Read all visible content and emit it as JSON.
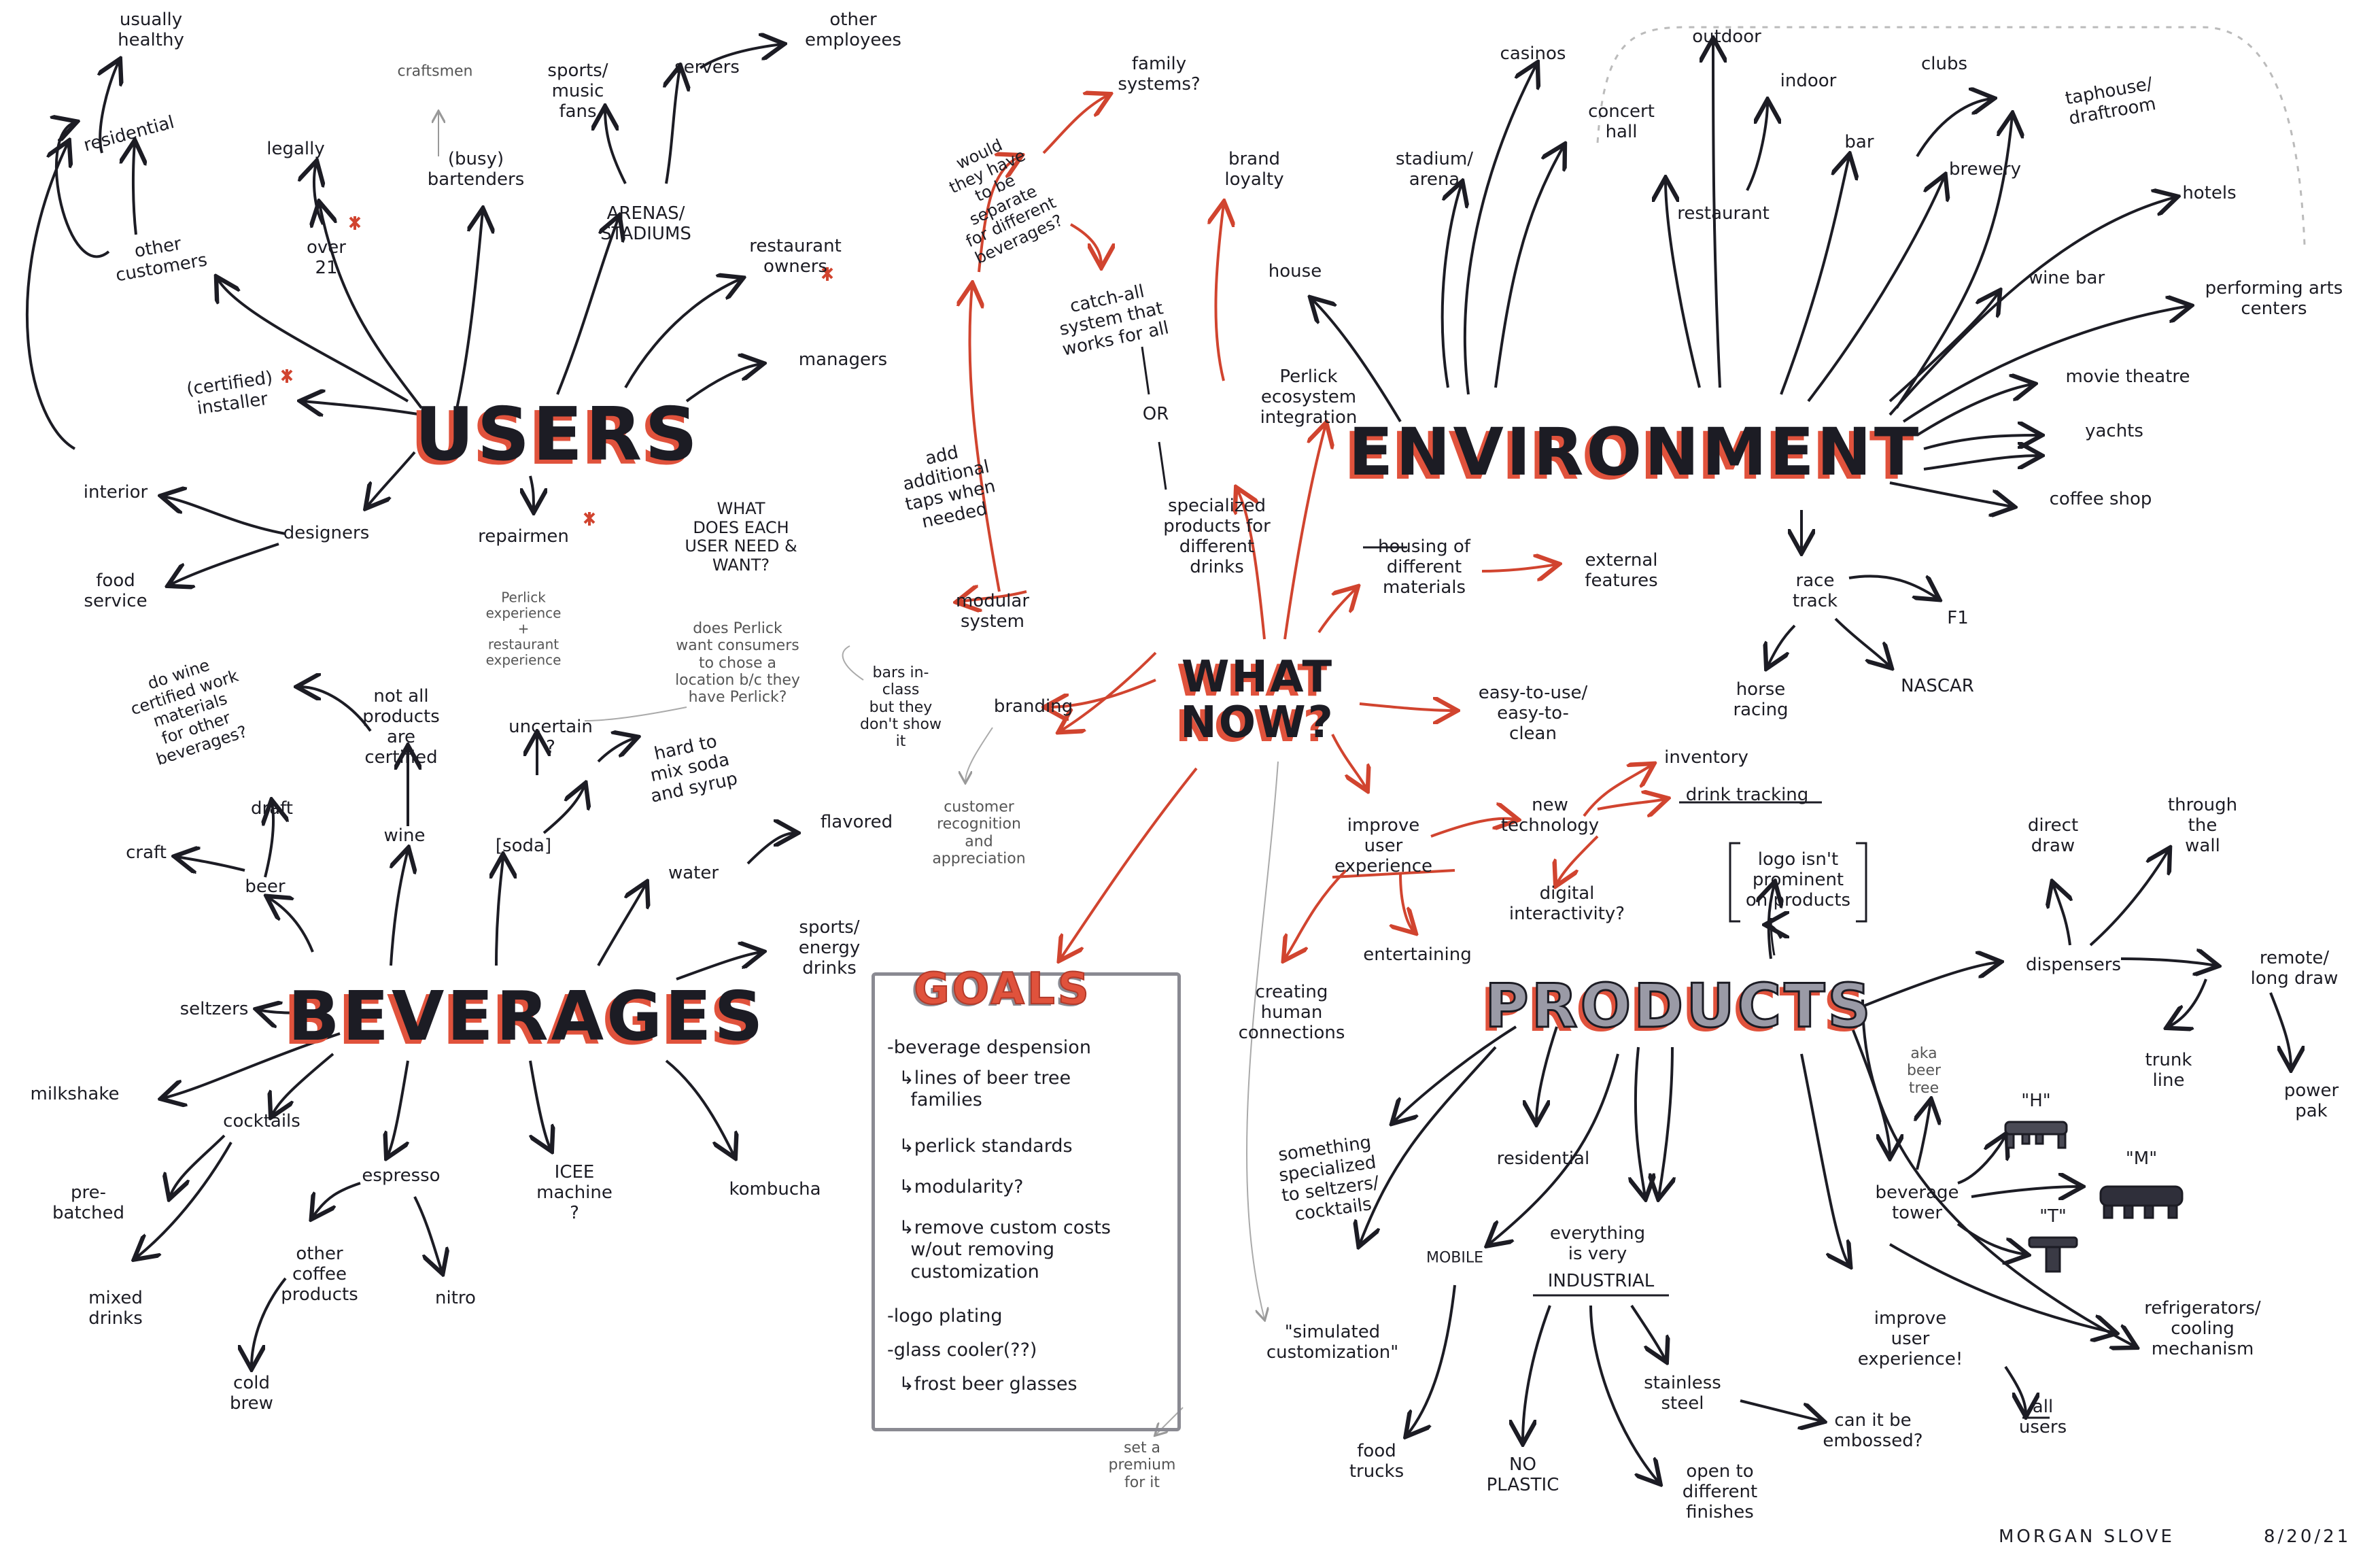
{
  "hubs": {
    "users": "USERS",
    "environment": "ENVIRONMENT",
    "beverages": "BEVERAGES",
    "what_now": "WHAT\nNOW?",
    "products": "PRODUCTS",
    "goals": "GOALS"
  },
  "users": {
    "usually_healthy": "usually\nhealthy",
    "residential": "residential",
    "other_customers": "other\ncustomers",
    "legally": "legally",
    "over_21": "over\n21",
    "craftsmen": "craftsmen",
    "busy_bartenders": "(busy)\nbartenders",
    "sports_music_fans": "sports/\nmusic\nfans",
    "servers": "servers",
    "other_employees": "other\nemployees",
    "arenas_stadiums": "ARENAS/\nSTADIUMS",
    "restaurant_owners": "restaurant\nowners",
    "managers": "managers",
    "certified_installer": "(certified)\ninstaller",
    "interior": "interior",
    "designers": "designers",
    "food_service": "food\nservice",
    "repairmen": "repairmen",
    "what_does_each_user_need": "WHAT\nDOES EACH\nUSER NEED &\nWANT?"
  },
  "environment": {
    "casinos": "casinos",
    "outdoor": "outdoor",
    "stadium_arena": "stadium/\narena",
    "concert_hall": "concert\nhall",
    "indoor": "indoor",
    "clubs": "clubs",
    "taphouse_draftroom": "taphouse/\ndraftroom",
    "restaurant": "restaurant",
    "bar": "bar",
    "brewery": "brewery",
    "hotels": "hotels",
    "house": "house",
    "wine_bar": "wine bar",
    "performing_arts_centers": "performing arts\ncenters",
    "movie_theatre": "movie theatre",
    "yachts": "yachts",
    "coffee_shop": "coffee shop",
    "race_track": "race\ntrack",
    "f1": "F1",
    "horse_racing": "horse\nracing",
    "nascar": "NASCAR"
  },
  "what_now": {
    "family_systems": "family\nsystems?",
    "would_they_have_to_be_separate": "would\nthey have\nto be\nseparate\nfor different\nbeverages?",
    "brand_loyalty": "brand\nloyalty",
    "catch_all_system": "catch-all\nsystem that\nworks for all",
    "or": "OR",
    "perlick_ecosystem_integration": "Perlick\necosystem\nintegration",
    "add_additional_taps": "add\nadditional\ntaps when\nneeded",
    "specialized_products": "specialized\nproducts for\ndifferent\ndrinks",
    "modular_system": "modular\nsystem",
    "housing_of_different_materials": "housing of\ndifferent\nmaterials",
    "external_features": "external\nfeatures",
    "perlick_experience": "Perlick\nexperience\n+\nrestaurant\nexperience",
    "does_perlick_want_consumers": "does Perlick\nwant consumers\nto chose a\nlocation b/c they\nhave Perlick?",
    "bars_in_class": "bars in-\nclass\nbut they\ndon't show\nit",
    "branding": "branding",
    "customer_recognition": "customer\nrecognition\nand\nappreciation",
    "easy_to_use": "easy-to-use/\neasy-to-\nclean",
    "inventory": "inventory",
    "new_technology": "new\ntechnology",
    "drink_tracking": "drink tracking",
    "improve_user_experience": "improve\nuser\nexperience",
    "digital_interactivity": "digital\ninteractivity?",
    "entertaining": "entertaining",
    "creating_human_connections": "creating\nhuman\nconnections"
  },
  "beverages": {
    "do_wine_certified": "do wine\ncertified work\nmaterials\nfor other\nbeverages?",
    "not_all_products_certified": "not all\nproducts\nare\ncertified",
    "uncertain": "uncertain\n?",
    "hard_to_mix": "hard to\nmix soda\nand syrup",
    "draft": "draft",
    "craft": "craft",
    "beer": "beer",
    "wine": "wine",
    "soda": "[soda]",
    "flavored": "flavored",
    "water": "water",
    "sports_energy_drinks": "sports/\nenergy\ndrinks",
    "seltzers": "seltzers",
    "milkshake": "milkshake",
    "cocktails": "cocktails",
    "pre_batched": "pre-\nbatched",
    "mixed_drinks": "mixed\ndrinks",
    "espresso": "espresso",
    "other_coffee_products": "other\ncoffee\nproducts",
    "nitro": "nitro",
    "cold_brew": "cold\nbrew",
    "icee_machine": "ICEE\nmachine\n?",
    "kombucha": "kombucha"
  },
  "goals": {
    "items": [
      "-beverage despension",
      "  ↳lines of beer tree\n    families",
      "  ↳perlick standards",
      "  ↳modularity?",
      "  ↳remove custom costs\n    w/out removing\n    customization",
      "-logo plating",
      "-glass cooler(??)",
      "  ↳frost beer glasses"
    ]
  },
  "products": {
    "logo not_prominent": "logo isn't\nprominent\non products",
    "direct_draw": "direct\ndraw",
    "through_the_wall": "through\nthe\nwall",
    "dispensers": "dispensers",
    "remote_long_draw": "remote/\nlong draw",
    "trunk_line": "trunk\nline",
    "power_pak": "power\npak",
    "aka_beer_tree": "aka\nbeer\ntree",
    "tower_h": "\"H\"",
    "tower_m": "\"M\"",
    "tower_t": "\"T\"",
    "beverage_tower": "beverage\ntower",
    "something_specialized": "something\nspecialized\nto seltzers/\ncocktails",
    "residential": "residential",
    "mobile": "MOBILE",
    "everything_industrial_1": "everything\nis very",
    "everything_industrial_2": "INDUSTRIAL",
    "simulated_customization": "\"simulated\ncustomization\"",
    "set_a_premium": "set a\npremium\nfor it",
    "food_trucks": "food\ntrucks",
    "no_plastic": "NO\nPLASTIC",
    "stainless_steel": "stainless\nsteel",
    "open_to_different_finishes": "open to\ndifferent\nfinishes",
    "can_it_be_embossed": "can it be\nembossed?",
    "improve_user_experience": "improve\nuser\nexperience!",
    "all_users": "all\nusers",
    "refrigerators": "refrigerators/\ncooling\nmechanism"
  },
  "signature": {
    "name": "MORGAN SLOVE",
    "date": "8/20/21"
  },
  "colors": {
    "ink": "#1c1c24",
    "accent_red": "#e0523c",
    "gray_marker": "#8a8a92",
    "light_gray": "#b7b7bd"
  }
}
